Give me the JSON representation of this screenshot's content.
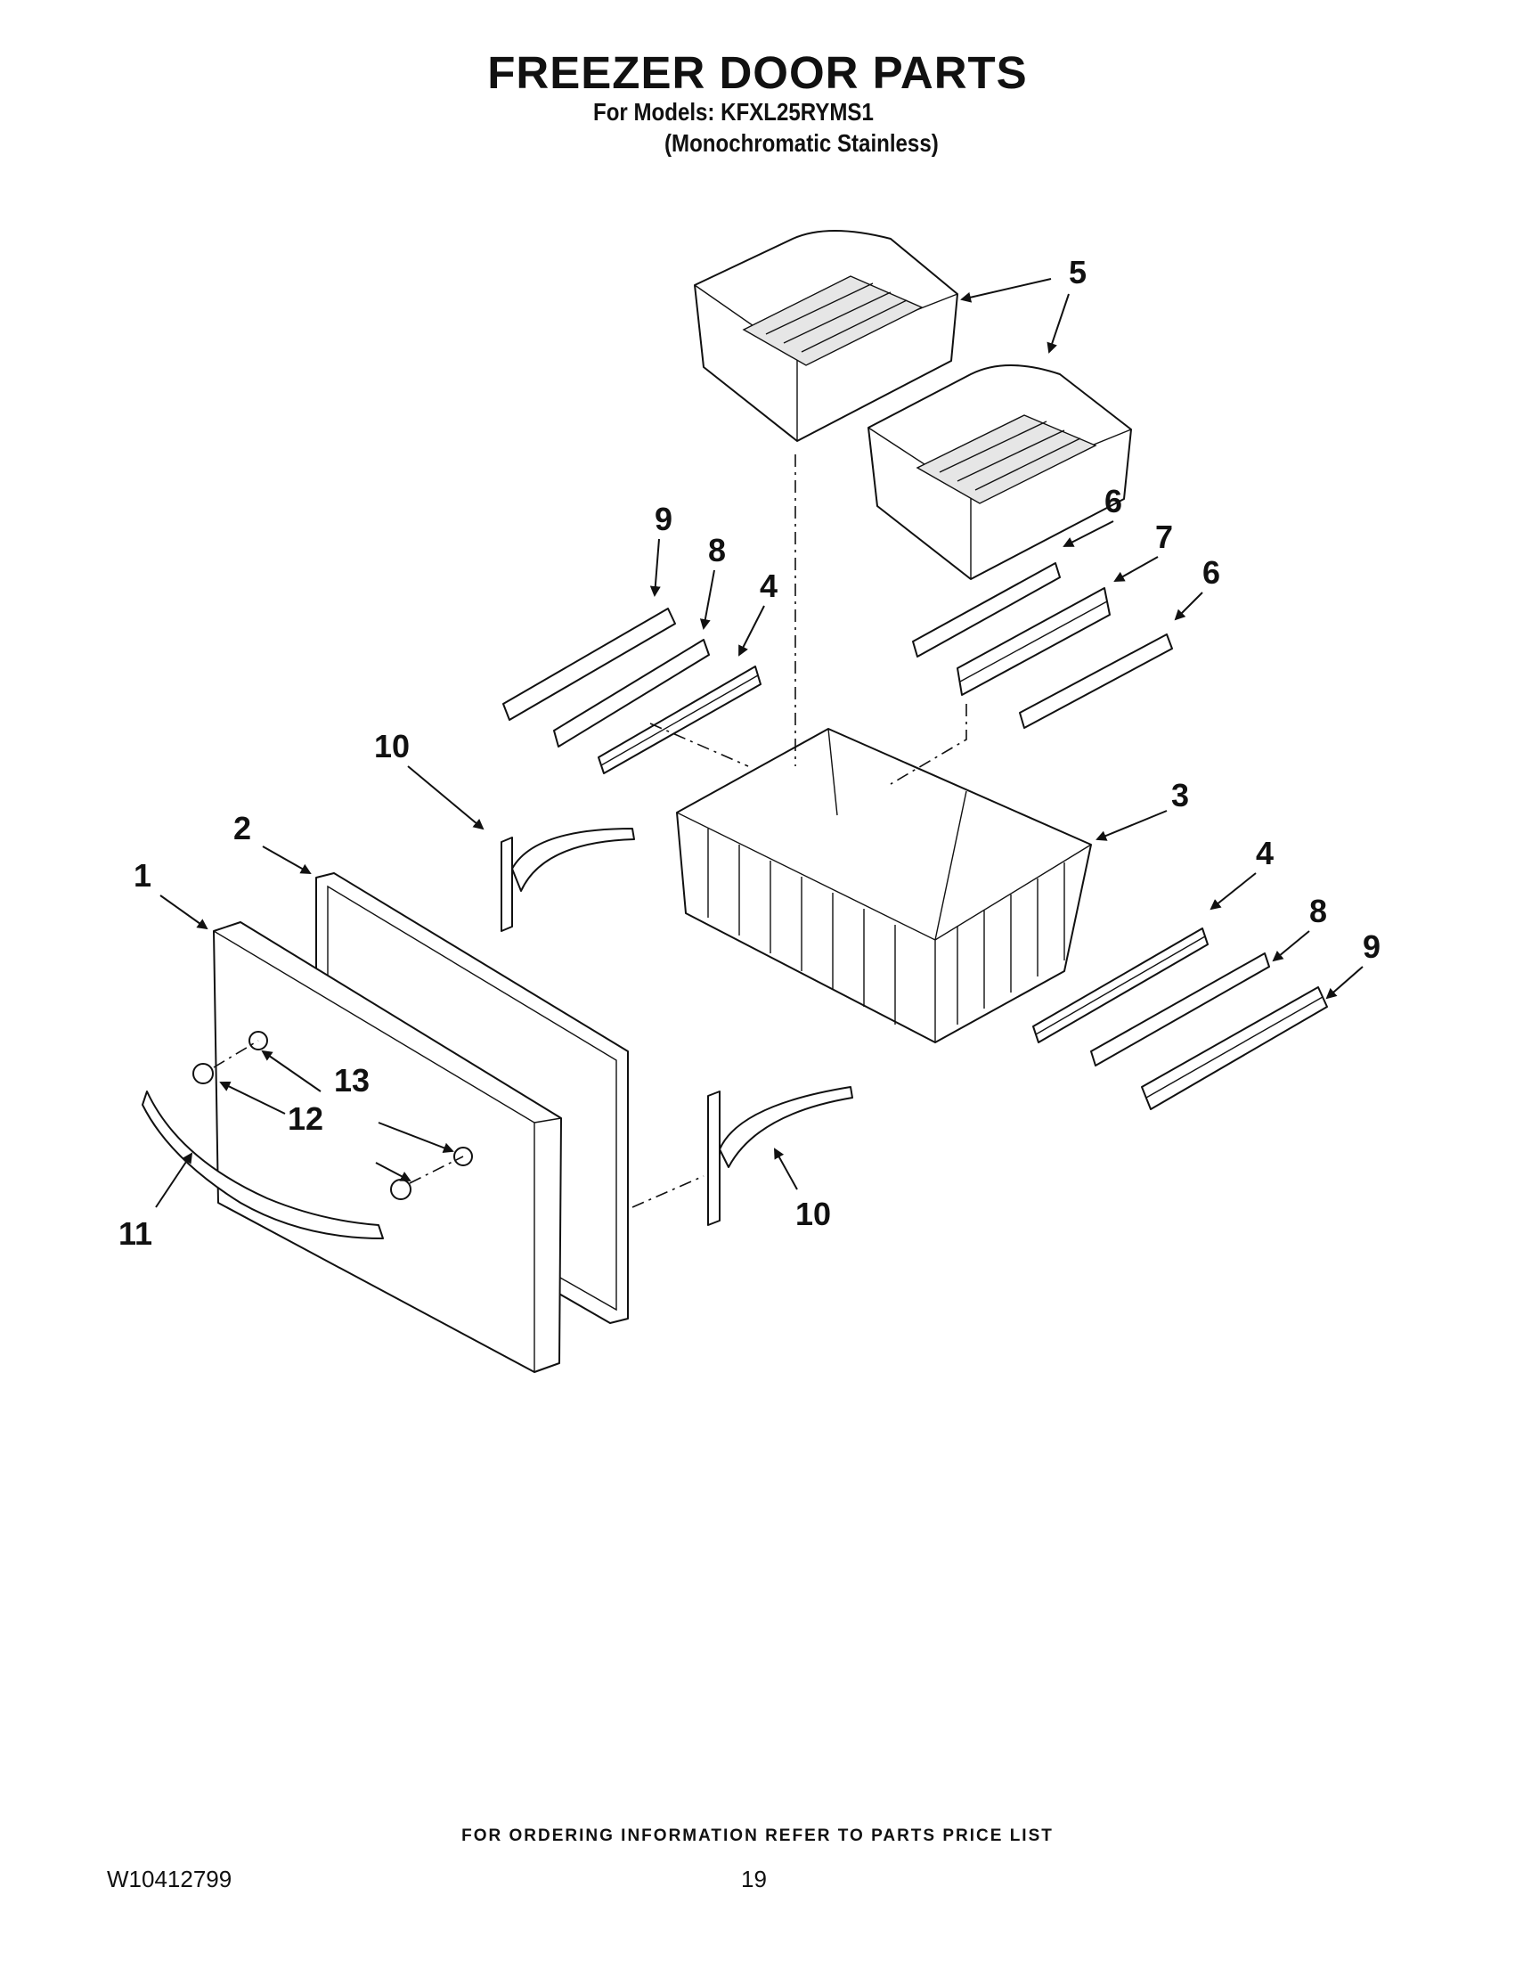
{
  "header": {
    "title": "FREEZER DOOR PARTS",
    "models_line": "For Models: KFXL25RYMS1",
    "variant_line": "(Monochromatic Stainless)"
  },
  "callouts": {
    "c1": "1",
    "c2": "2",
    "c3": "3",
    "c4a": "4",
    "c4b": "4",
    "c5": "5",
    "c6a": "6",
    "c6b": "6",
    "c7": "7",
    "c8a": "8",
    "c8b": "8",
    "c9a": "9",
    "c9b": "9",
    "c10a": "10",
    "c10b": "10",
    "c11": "11",
    "c12": "12",
    "c13": "13"
  },
  "footer": {
    "note": "FOR ORDERING INFORMATION REFER TO PARTS PRICE LIST",
    "doc_number": "W10412799",
    "page_number": "19"
  }
}
